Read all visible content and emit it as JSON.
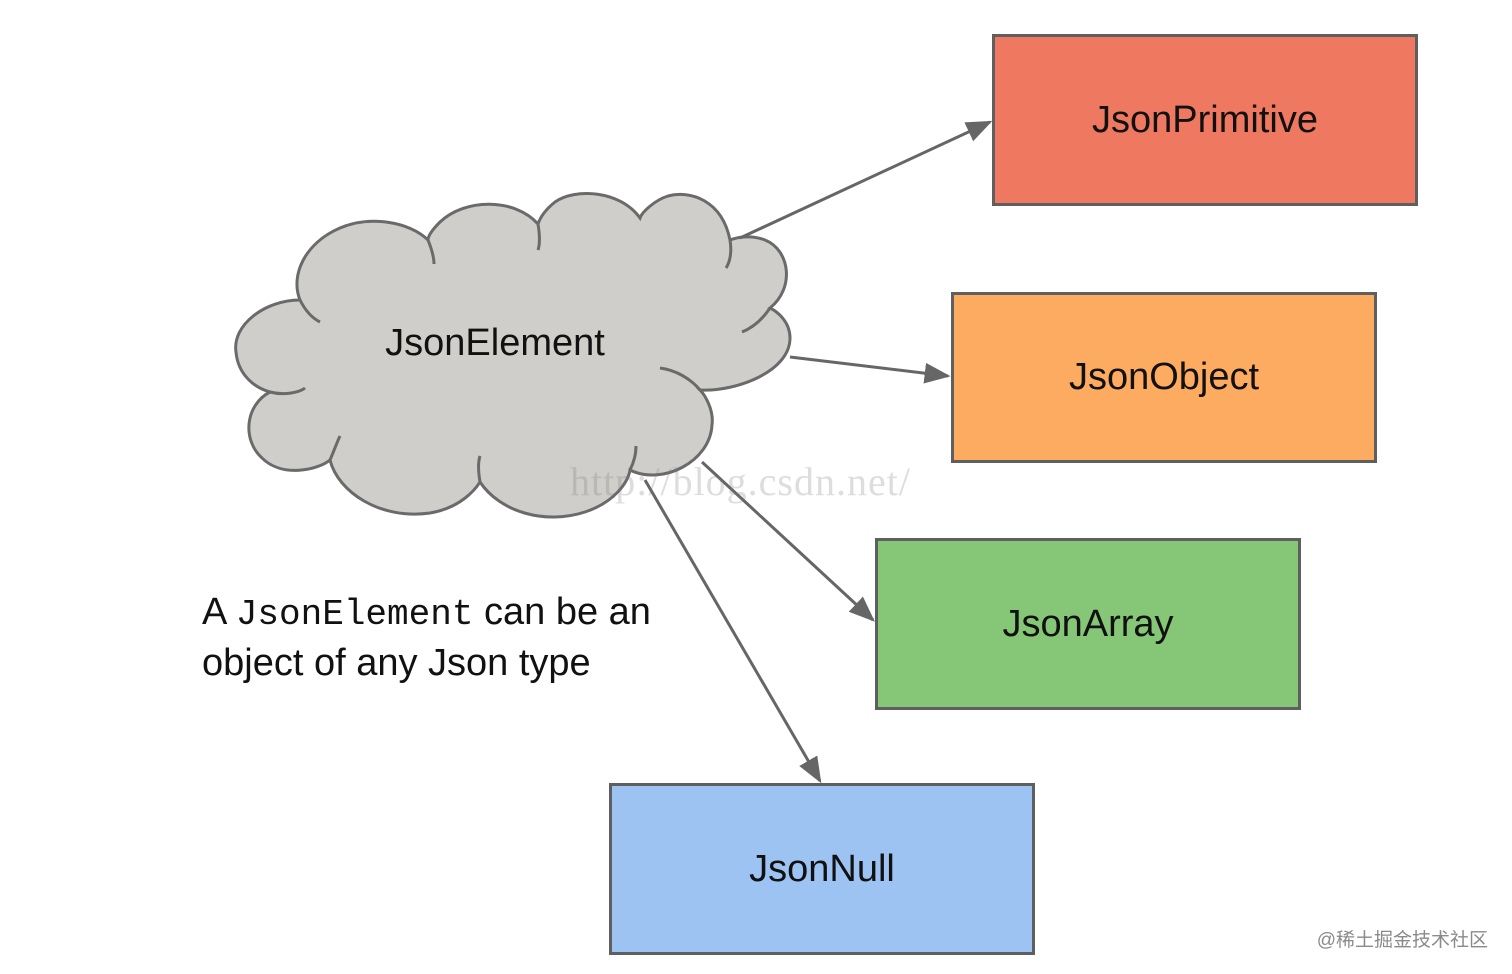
{
  "root": {
    "label": "JsonElement",
    "fill": "#d0ceca",
    "stroke": "#6a6a6a"
  },
  "nodes": [
    {
      "id": "primitive",
      "label": "JsonPrimitive",
      "fill": "#ee7860"
    },
    {
      "id": "object",
      "label": "JsonObject",
      "fill": "#fdab61"
    },
    {
      "id": "array",
      "label": "JsonArray",
      "fill": "#85c677"
    },
    {
      "id": "null",
      "label": "JsonNull",
      "fill": "#9dc3f3"
    }
  ],
  "edges": [
    {
      "from": "root",
      "to": "primitive"
    },
    {
      "from": "root",
      "to": "object"
    },
    {
      "from": "root",
      "to": "array"
    },
    {
      "from": "root",
      "to": "null"
    }
  ],
  "caption": {
    "prefix": "A ",
    "code": "JsonElement",
    "suffix": " can be an object of any Json type"
  },
  "watermark": "http://blog.csdn.net/",
  "credit": "@稀土掘金技术社区",
  "colors": {
    "box_border": "#5f5f5f",
    "arrow": "#666666",
    "text": "#111111"
  }
}
